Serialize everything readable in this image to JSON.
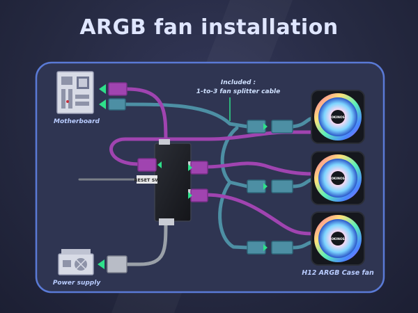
{
  "title": "ARGB fan installation",
  "annotation": {
    "line1": "Included :",
    "line2": "1-to-3 fan splitter cable"
  },
  "labels": {
    "motherboard": "Motherboard",
    "power_supply": "Power supply",
    "case_fan": "H12 ARGB Case fan",
    "reset": "RESET SW",
    "fan_logo": "OKINOS"
  },
  "colors": {
    "background": "#262a40",
    "panel_border": "#5a7ad6",
    "argb_cable": "#a044b0",
    "fan_cable": "#4d8fa4",
    "power_cable": "#9aa0a8",
    "arrow_green": "#2ee08a",
    "label_text": "#b9ccff"
  },
  "icons": [
    "motherboard-icon",
    "power-supply-icon",
    "fan-icon",
    "arrow-icon",
    "hub-controller"
  ]
}
